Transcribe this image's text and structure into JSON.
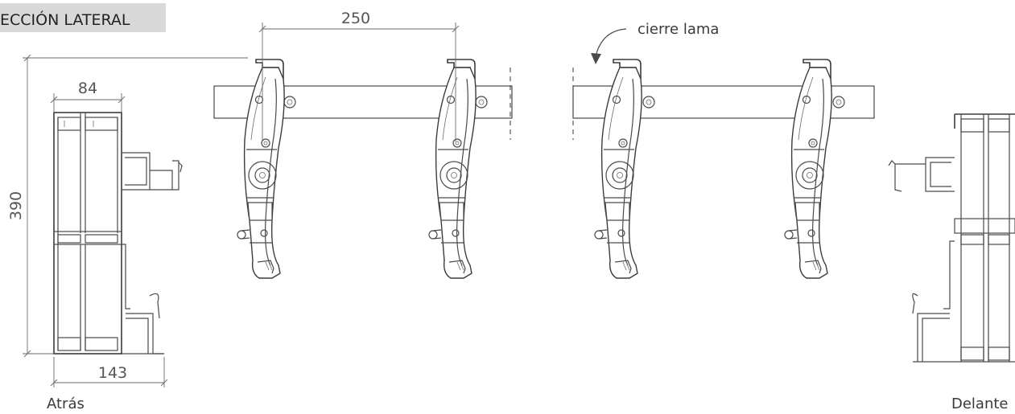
{
  "section_title": "ECCIÓN LATERAL",
  "dimensions": {
    "frame_height": "390",
    "frame_top_width": "84",
    "frame_bottom_width": "143",
    "blade_spacing": "250"
  },
  "annotations": {
    "blade_closure": "cierre lama"
  },
  "labels": {
    "back": "Atrás",
    "front": "Delante"
  },
  "colors": {
    "line": "#4a4a4a",
    "title_background": "#d9d9d9"
  }
}
